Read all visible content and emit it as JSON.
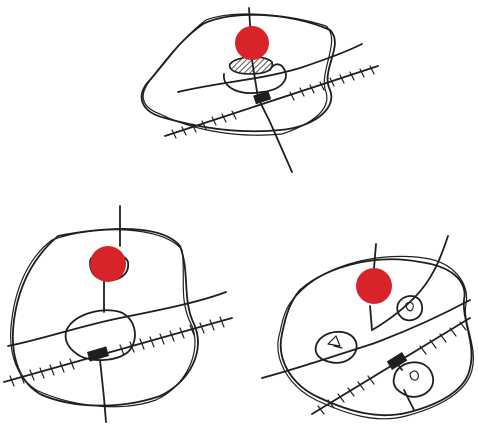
{
  "figure": {
    "background": "#ffffff",
    "ink_color": "#1f1f1f",
    "dot_color": "#d9232a",
    "panels": [
      {
        "name": "top-cell-sketch"
      },
      {
        "name": "bottom-left-cell-sketch"
      },
      {
        "name": "bottom-right-cell-sketch"
      }
    ]
  }
}
